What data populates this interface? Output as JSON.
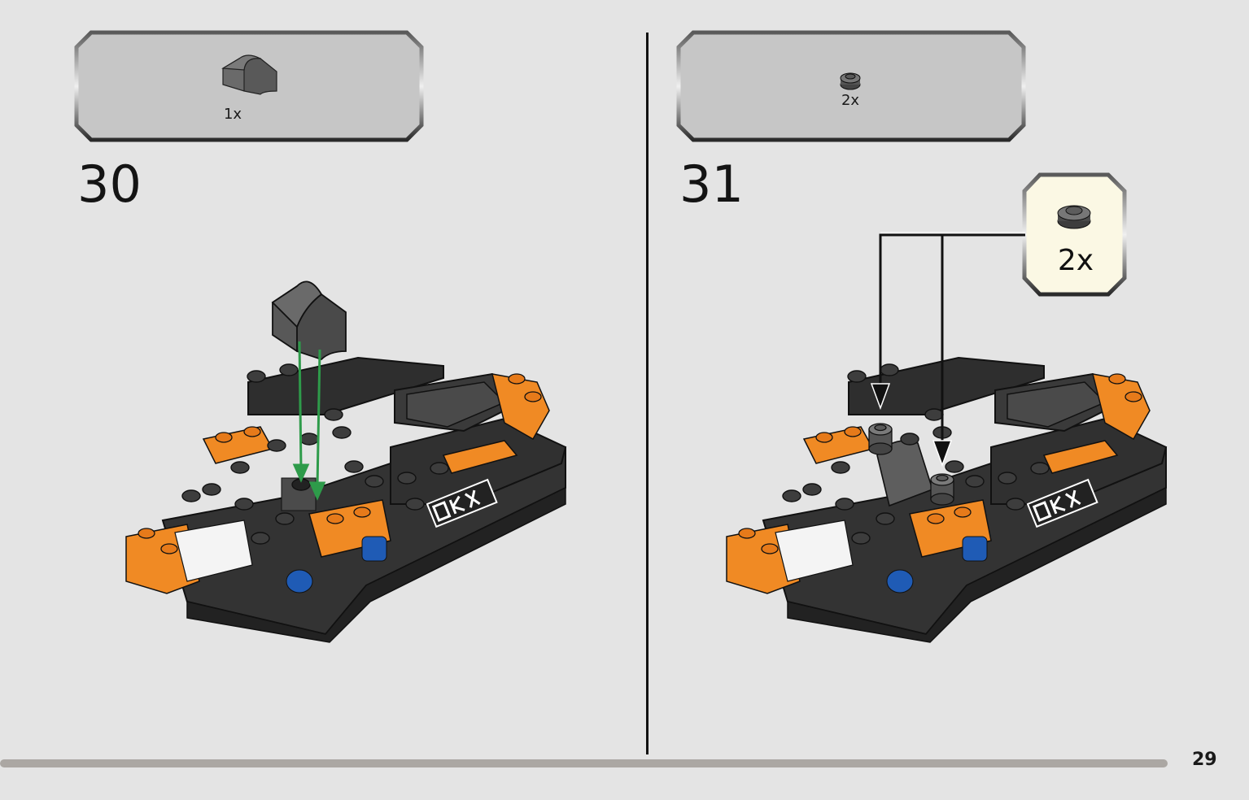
{
  "page": {
    "number": "29",
    "background": "#e4e4e4"
  },
  "steps": [
    {
      "number": "30",
      "parts_list": [
        {
          "part": "curved-slope-brick-dark-grey",
          "count": "1x"
        }
      ],
      "guide_line_color": "#2e9b4a"
    },
    {
      "number": "31",
      "parts_list": [
        {
          "part": "round-plate-1x1-dark-grey",
          "count": "2x"
        }
      ],
      "callout": {
        "part": "round-plate-1x1-dark-grey",
        "count": "2x",
        "background": "#fbf8e4"
      }
    }
  ],
  "colors": {
    "orange": "#f08a24",
    "black": "#2a2a2a",
    "dark_grey": "#5c5c5c",
    "blue": "#1f5bb5"
  }
}
